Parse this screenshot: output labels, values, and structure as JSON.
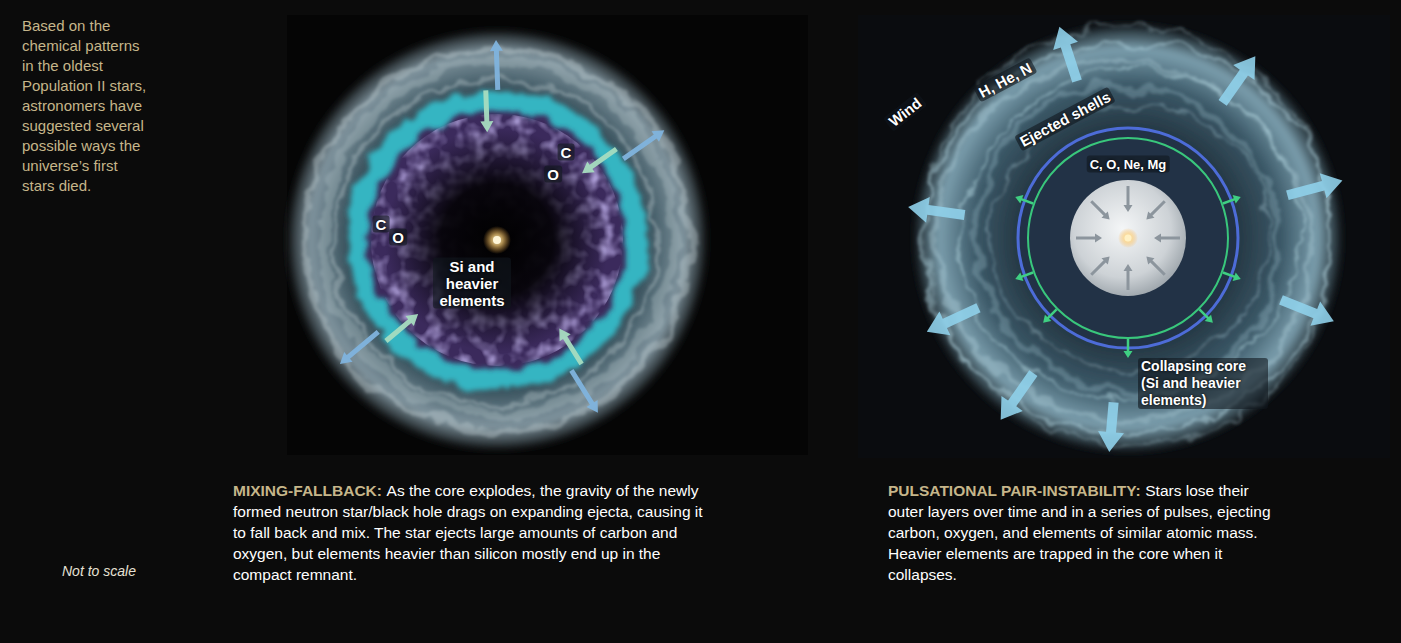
{
  "diagram": {
    "labels": [
      "Based on the chemical patterns in the oldest Population II stars, astronomers have suggested several possible ways the universe’s first stars died.",
      "C",
      "O",
      "C",
      "O",
      "Si and heavier elements",
      "Wind",
      "H, He, N",
      "Ejected shells",
      "C, O, Ne, Mg",
      "Collapsing core (Si and heavier elements)",
      "MIXING-FALLBACK:",
      "As the core explodes, the gravity of the newly formed neutron star/black hole drags on expanding ejecta, causing it to fall back and mix. The star ejects large amounts of carbon and oxygen, but elements heavier than silicon mostly end up in the compact remnant.",
      "PULSATIONAL PAIR-INSTABILITY:",
      "Stars lose their outer layers over time and in a series of pulses, ejecting carbon, oxygen, and elements of similar atomic mass. Heavier elements are trapped in the core when it collapses.",
      "Not to scale"
    ]
  }
}
